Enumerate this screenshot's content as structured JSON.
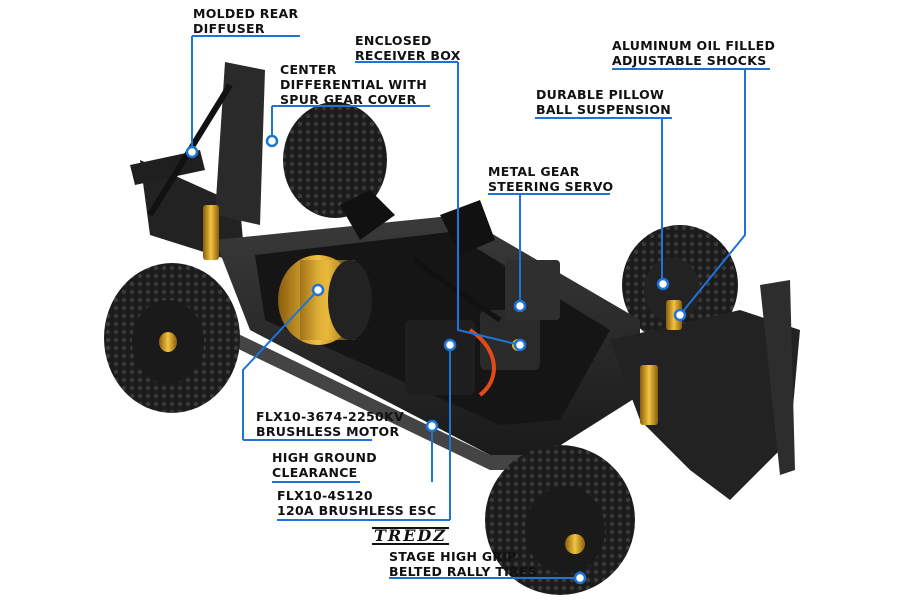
{
  "callouts": {
    "rear_diffuser": [
      "MOLDED REAR",
      "DIFFUSER"
    ],
    "center_diff": [
      "CENTER",
      "DIFFERENTIAL WITH",
      "SPUR GEAR COVER"
    ],
    "receiver_box": [
      "ENCLOSED",
      "RECEIVER BOX"
    ],
    "oil_shocks": [
      "ALUMINUM OIL FILLED",
      "ADJUSTABLE SHOCKS"
    ],
    "pillow_ball": [
      "DURABLE PILLOW",
      "BALL SUSPENSION"
    ],
    "steering_servo": [
      "METAL GEAR",
      "STEERING SERVO"
    ],
    "motor": [
      "FLX10-3674-2250KV",
      "BRUSHLESS MOTOR"
    ],
    "ground_clearance": [
      "HIGH GROUND",
      "CLEARANCE"
    ],
    "esc": [
      "FLX10-4S120",
      "120A BRUSHLESS ESC"
    ],
    "tires": [
      "STAGE HIGH GRIP",
      "BELTED RALLY TIRES"
    ]
  },
  "tires_logo": "TREDZ",
  "colors": {
    "leader": "#1e73d8",
    "chassis": "#262626",
    "tire": "#1c1c1c",
    "motor_gold": "#d9a21a",
    "shock_gold": "#c99a2e"
  }
}
